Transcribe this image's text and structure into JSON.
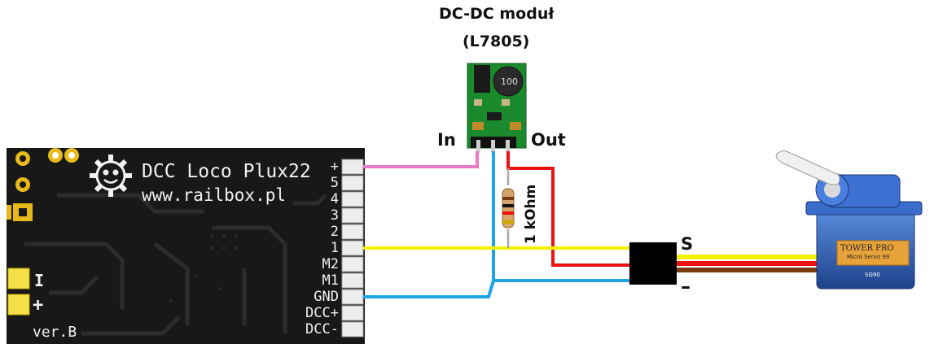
{
  "module": {
    "title_line1": "DC-DC moduł",
    "title_line2": "(L7805)",
    "label_in": "In",
    "label_out": "Out",
    "chip_marking": "100"
  },
  "decoder": {
    "title": "DCC Loco Plux22",
    "url": "www.railbox.pl",
    "version": "ver.B",
    "pad_minus": "I",
    "pad_plus": "+",
    "pins": [
      "+",
      "5",
      "4",
      "3",
      "2",
      "1",
      "M2",
      "M1",
      "GND",
      "DCC+",
      "DCC-"
    ]
  },
  "resistor": {
    "label": "1 kOhm"
  },
  "connector": {
    "label_signal": "S",
    "label_minus": "–"
  },
  "servo": {
    "brand": "TOWER PRO",
    "model_line": "Micro Servo 99",
    "model": "SG90"
  },
  "colors": {
    "pink": "#e879c9",
    "yellow": "#f5ef00",
    "blue": "#1ea5e6",
    "red": "#ee1111",
    "brown": "#7a3d12",
    "pcb": "#181818",
    "servo_blue": "#2e5fb8"
  }
}
